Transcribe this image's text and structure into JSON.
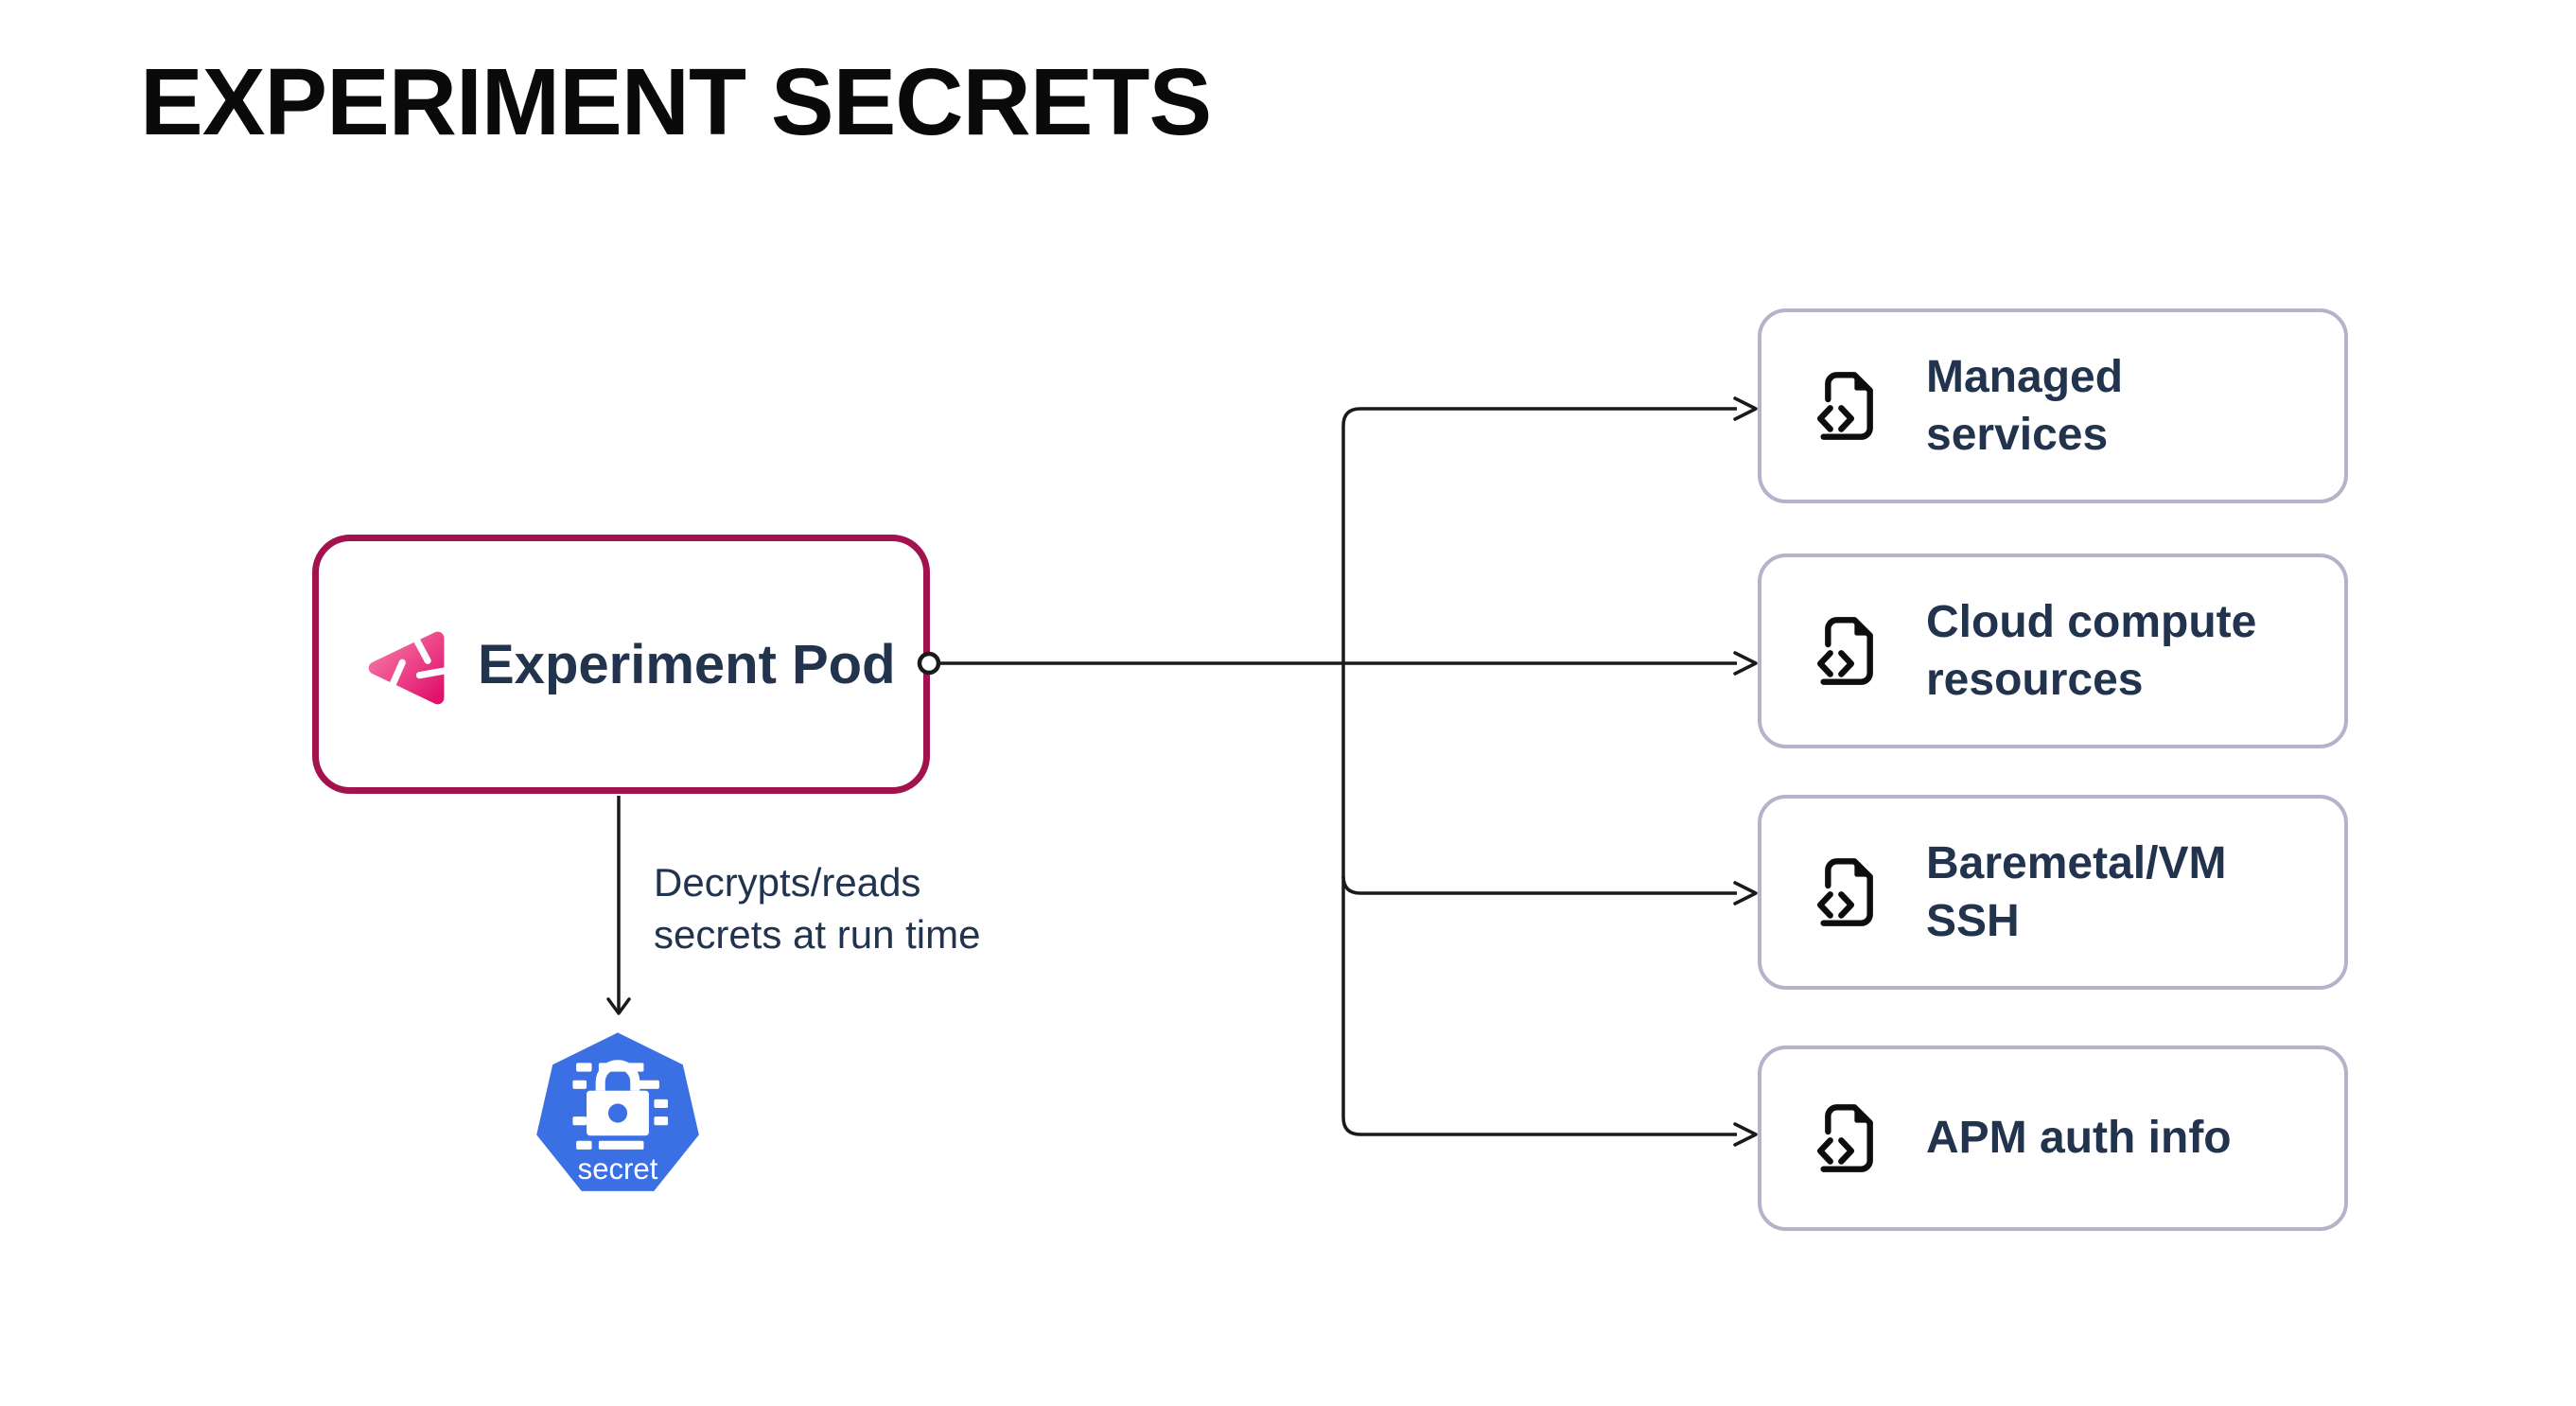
{
  "title": "EXPERIMENT SECRETS",
  "pod": {
    "label": "Experiment Pod"
  },
  "edge_label": {
    "line1": "Decrypts/reads",
    "line2": "secrets at run time"
  },
  "secret_node": {
    "label": "secret"
  },
  "targets": [
    {
      "label": "Managed services"
    },
    {
      "label": "Cloud compute resources"
    },
    {
      "label": "Baremetal/VM SSH"
    },
    {
      "label": "APM auth info"
    }
  ],
  "icons": {
    "pod_logo": "litmus-chaos-icon",
    "target_file": "file-code-icon",
    "secret": "kubernetes-secret-heptagon-lock-icon"
  },
  "colors": {
    "title": "#0A0A0A",
    "navy_text": "#22334E",
    "pod_border": "#A1124E",
    "target_border": "#B3B3C9",
    "line": "#1A1A1A",
    "icon_black": "#0D0D0D",
    "logo_gradient_start": "#F77CA8",
    "logo_gradient_end": "#E0106C",
    "k8s_blue": "#3B70E4"
  }
}
